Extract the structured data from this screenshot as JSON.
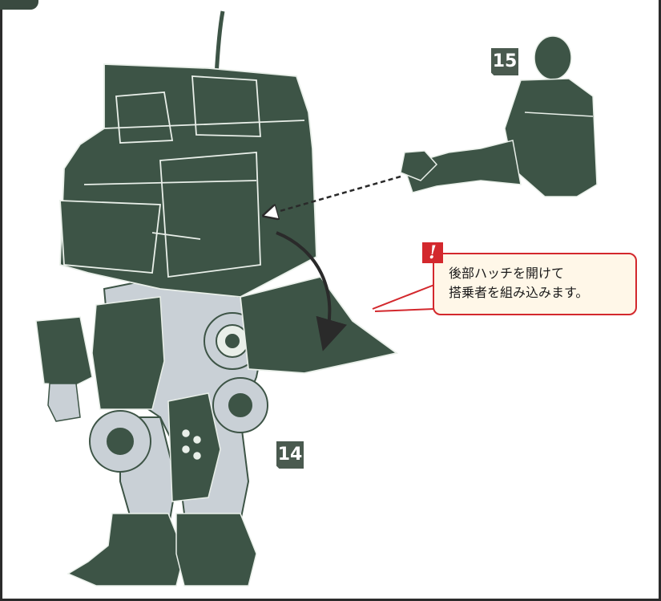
{
  "parts": {
    "robot_number": "14",
    "pilot_number": "15"
  },
  "callout": {
    "line1": "後部ハッチを開けて",
    "line2": "搭乗者を組み込みます。",
    "icon": "exclamation-warning-icon",
    "border_color": "#d3282d"
  },
  "colors": {
    "part_green": "#3d5446",
    "panel_line": "#e9efe9",
    "frame_gray": "#c9d0d6",
    "arrow_dark": "#2a2a2a"
  }
}
